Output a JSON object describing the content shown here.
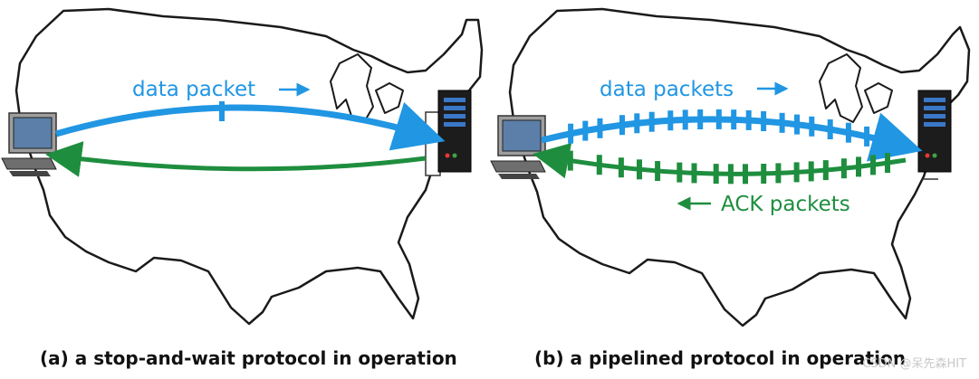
{
  "colors": {
    "data": "#2196E3",
    "ack": "#1E8E3E",
    "map_outline": "#1a1a1a",
    "server_body": "#1c1c1c",
    "server_bay": "#3a78c8"
  },
  "panel_a": {
    "data_label": "data packet",
    "caption": "(a) a stop-and-wait protocol in operation"
  },
  "panel_b": {
    "data_label": "data packets",
    "ack_label": "ACK packets",
    "caption": "(b) a pipelined protocol in operation"
  },
  "icons": {
    "client": "desktop-computer-icon",
    "server": "server-tower-icon"
  },
  "watermark": "CSDN @呆先森HIT"
}
